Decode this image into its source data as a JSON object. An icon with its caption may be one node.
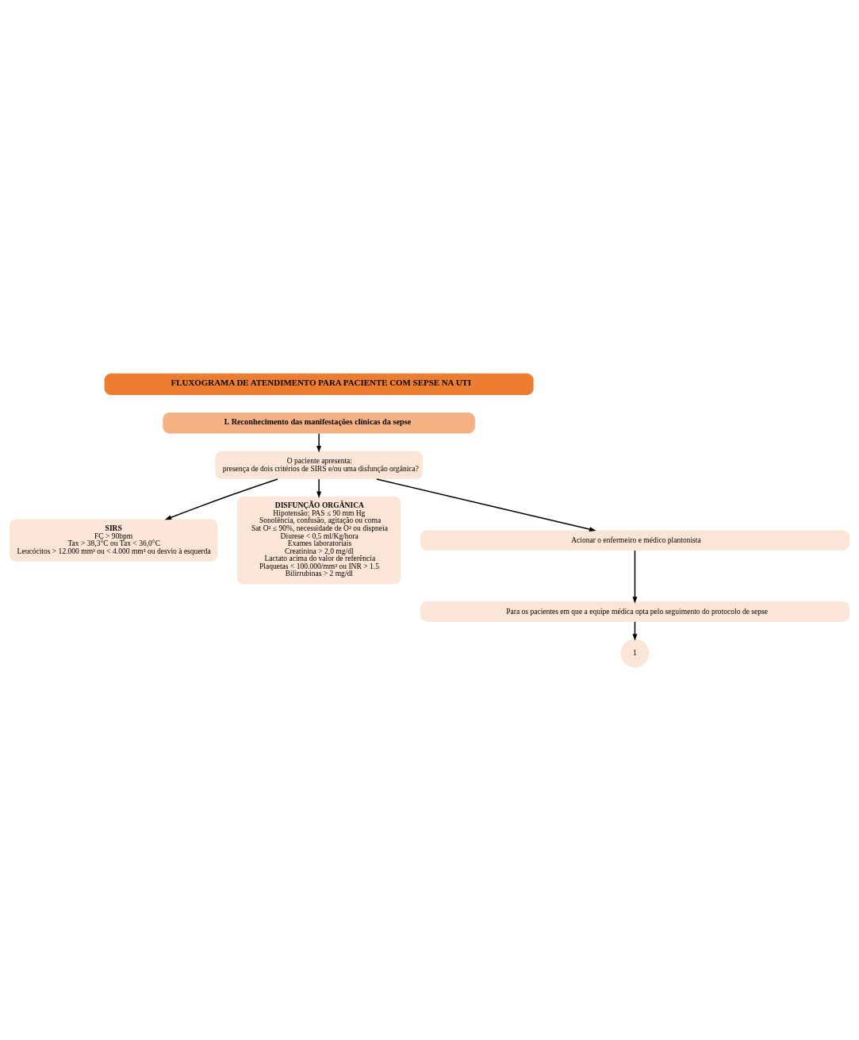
{
  "diagram": {
    "nodes": [
      {
        "text": [
          "FLUXOGRAMA DE ATENDIMENTO PARA PACIENTE COM SEPSE NA UTI"
        ]
      },
      {
        "text": [
          "I. Reconhecimento das manifestações clínicas da sepse"
        ]
      },
      {
        "text": [
          "O paciente apresenta:",
          "presença de dois critérios de SIRS e/ou uma disfunção orgânica?"
        ]
      },
      {
        "text": [
          "SIRS",
          "FC > 90bpm",
          "Tax > 38,3°C ou Tax < 36,0°C",
          "Leucócitos > 12.000 mm³ ou < 4.000 mm³ ou desvio à esquerda"
        ]
      },
      {
        "text": [
          "DISFUNÇÃO ORGÂNICA",
          "Hipotensão: PAS ≤ 90 mm Hg",
          "Sonolência, confusão, agitação ou coma",
          "Sat O² ≤ 90%, necessidade de O² ou dispneia",
          "Diurese < 0,5 ml/Kg/hora",
          "Exames laboratoriais",
          "Creatinina > 2,0 mg/dl",
          "Lactato acima do valor de referência",
          "Plaquetas < 100.000/mm³ ou INR > 1.5",
          "Bilirrubinas > 2 mg/dl"
        ]
      },
      {
        "text": [
          "Acionar o enfermeiro e médico plantonista"
        ]
      },
      {
        "text": [
          "Para os pacientes em que a equipe médica opta pelo seguimento do protocolo de sepse"
        ]
      },
      {
        "text": [
          "1"
        ]
      }
    ],
    "edges": [
      {
        "from": 1,
        "to": 2,
        "arrow": "to"
      },
      {
        "from": 2,
        "to": 3,
        "arrow": "to"
      },
      {
        "from": 2,
        "to": 4,
        "arrow": "to"
      },
      {
        "from": 2,
        "to": 5,
        "arrow": "to"
      },
      {
        "from": 5,
        "to": 6,
        "arrow": "to"
      },
      {
        "from": 6,
        "to": 7,
        "arrow": "to"
      }
    ]
  }
}
